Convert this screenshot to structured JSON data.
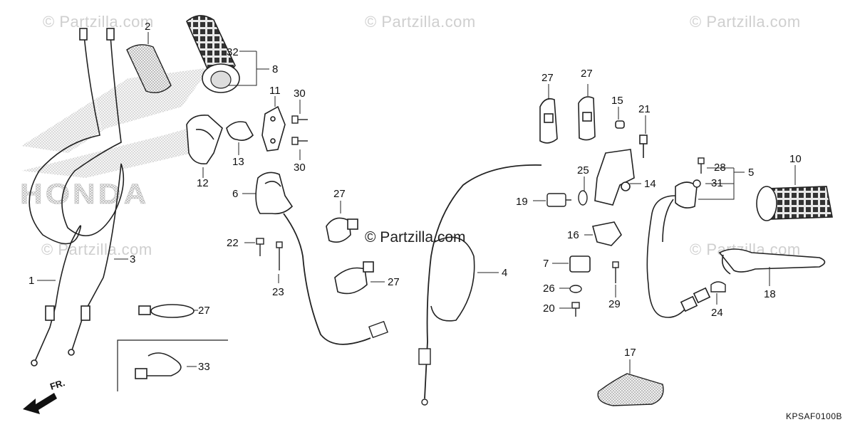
{
  "watermarks": [
    "© Partzilla.com",
    "© Partzilla.com",
    "© Partzilla.com",
    "© Partzilla.com",
    "© Partzilla.com"
  ],
  "center_watermark": "© Partzilla.com",
  "brand_watermark": "HONDA",
  "direction_label": "FR.",
  "diagram_code": "KPSAF0100B",
  "callouts": {
    "n1": "1",
    "n2": "2",
    "n3": "3",
    "n4": "4",
    "n5": "5",
    "n6": "6",
    "n7": "7",
    "n8": "8",
    "n10": "10",
    "n11": "11",
    "n12": "12",
    "n13": "13",
    "n14": "14",
    "n15": "15",
    "n16": "16",
    "n17": "17",
    "n18": "18",
    "n19": "19",
    "n20": "20",
    "n21": "21",
    "n22": "22",
    "n23": "23",
    "n24": "24",
    "n25": "25",
    "n26": "26",
    "n27": "27",
    "n28": "28",
    "n29": "29",
    "n30": "30",
    "n31": "31",
    "n32": "32",
    "n33": "33"
  }
}
